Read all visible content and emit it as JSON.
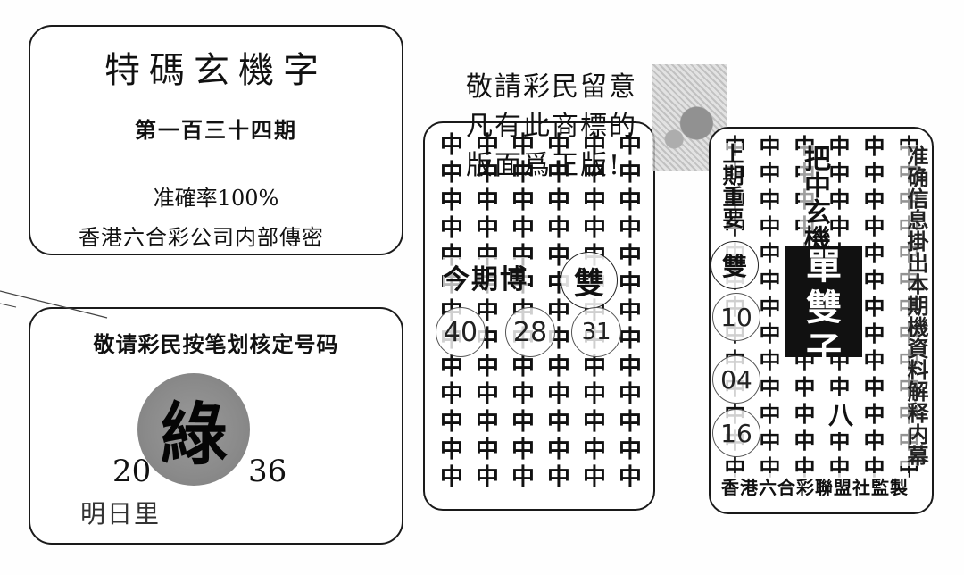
{
  "left_top_box": {
    "title": "特碼玄機字",
    "issue": "第一百三十四期",
    "accuracy": "准確率100%",
    "source": "香港六合彩公司内部傳密"
  },
  "left_bottom_box": {
    "instruction": "敬请彩民按笔划核定号码",
    "big_char": "綠",
    "number_left": "20",
    "number_right": "36",
    "hint": "明日里"
  },
  "middle_card": {
    "notice_lines": [
      "敬請彩民留意",
      "凡有此商標的",
      "版面爲正版!"
    ],
    "pattern_char": "中",
    "forecast_label": "今期博",
    "double_label": "雙",
    "numbers": [
      "40",
      "28",
      "31"
    ]
  },
  "right_card": {
    "pattern_char": "中",
    "side_note": "准确信息掛出本期機資料解释内幕",
    "prev_label": "上期重要",
    "machine_label": "把中玄機",
    "double_label": "雙",
    "numbers": [
      "10",
      "04",
      "16"
    ],
    "black_box_chars": [
      "單",
      "雙",
      "子"
    ],
    "six_label": "八",
    "footer": "香港六合彩聯盟社監製"
  }
}
